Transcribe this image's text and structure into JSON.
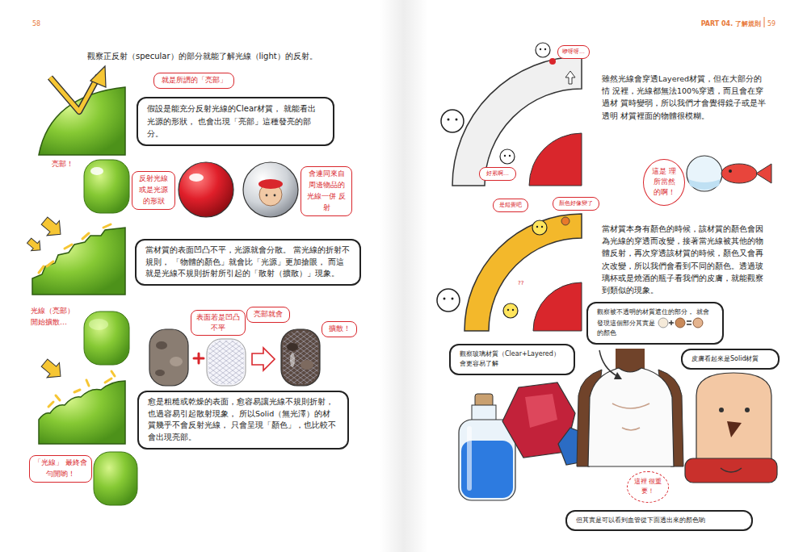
{
  "diagram": {
    "nodes": [
      {
        "text": [
          "就是所謂的「亮部」"
        ]
      },
      {
        "text": [
          "假設是能充分反射光線的Clear材質， 就能看出光源的形狀， 也會出現「亮部」這種發亮的部分。"
        ]
      },
      {
        "text": [
          "反射光線 或是光源 的形狀"
        ]
      },
      {
        "text": [
          "會連同來自 周邊物品的 光線一併 反射"
        ]
      },
      {
        "text": [
          "當材質的表面凹凸不平，光源就會分散。 當光線的折射不規則， 「物體的顏色」就會比「光源」更加搶眼， 而這就是光線不規則折射所引起的「散射（擴散）」現象。"
        ]
      },
      {
        "text": [
          "表面若是凹凸 不平"
        ]
      },
      {
        "text": [
          "亮部就會"
        ]
      },
      {
        "text": [
          "擴散！"
        ]
      },
      {
        "text": [
          "愈是粗糙或乾燥的表面，愈容易讓光線不規則折射， 也過容易引起散射現象， 所以Solid（無光澤）的材質幾乎不會反射光線， 只會呈現「顏色」，也比較不會出現亮部。"
        ]
      },
      {
        "text": [
          "「光線」 最終會勻開喲！"
        ]
      },
      {
        "text": [
          "咿呀呀…"
        ]
      },
      {
        "text": [
          "好累啊…"
        ]
      },
      {
        "text": [
          "這是 理所當然 的啊！"
        ]
      },
      {
        "text": [
          "是錯覺吧"
        ]
      },
      {
        "text": [
          "顏色好像變了"
        ]
      },
      {
        "text": [
          "觀察被不透明的材質遮住的部分， 就會發現這個部分其實是",
          "的顏色"
        ]
      },
      {
        "text": [
          "觀察玻璃材質（Clear+Layered） 會更容易了解"
        ]
      },
      {
        "text": [
          "皮膚看起來是Solid材質"
        ]
      },
      {
        "text": [
          "這裡 很重要！"
        ]
      },
      {
        "text": [
          "但其實是可以看到血管從下面透出來的顏色喲"
        ]
      }
    ],
    "labels": [
      "58",
      "觀察正反射（specular）的部分就能了解光線（light）的反射。",
      "亮部！",
      "光線（亮部） 開始擴散…",
      "PART 04. 了解規則",
      "59",
      "雖然光線會穿透Layered材質，但在大部分的情 況裡，光線都無法100%穿透，而且會在穿過材 質時變弱，所以我們才會覺得鏡子或是半透明 材質裡面的物體很模糊。",
      "當材質本身有顏色的時候，該材質的顏色會因 為光線的穿透而改變，接著當光線被其他的物 體反射，再次穿透該材質的時候，顏色又會再 次改變，所以我們會看到不同的顏色。透過玻 璃杯或是燒酒的瓶子看我們的皮膚，就能觀察 到類似的現象。",
      "??"
    ]
  }
}
